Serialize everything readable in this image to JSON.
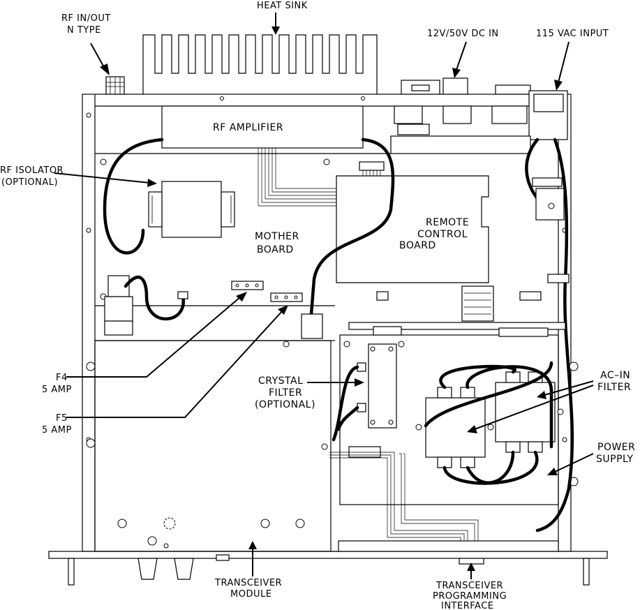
{
  "labels": {
    "heat_sink": "HEAT SINK",
    "rf_in_out_line1": "RF IN/OUT",
    "rf_in_out_line2": "N TYPE",
    "dc_in": "12V/50V DC IN",
    "vac_input": "115 VAC INPUT",
    "rf_amplifier": "RF AMPLIFIER",
    "rf_isolator_line1": "RF ISOLATOR",
    "rf_isolator_line2": "(OPTIONAL)",
    "mother_board_line1": "MOTHER",
    "mother_board_line2": "BOARD",
    "remote_control_line1": "REMOTE",
    "remote_control_line2": "CONTROL",
    "remote_control_line3": "BOARD",
    "crystal_filter_line1": "CRYSTAL",
    "crystal_filter_line2": "FILTER",
    "crystal_filter_line3": "(OPTIONAL)",
    "ac_in_filter_line1": "AC–IN",
    "ac_in_filter_line2": "FILTER",
    "power_supply_line1": "POWER",
    "power_supply_line2": "SUPPLY",
    "f4_line1": "F4",
    "f4_line2": "5 AMP",
    "f5_line1": "F5",
    "f5_line2": "5 AMP",
    "transceiver_module_line1": "TRANSCEIVER",
    "transceiver_module_line2": "MODULE",
    "programming_line1": "TRANSCEIVER",
    "programming_line2": "PROGRAMMING",
    "programming_line3": "INTERFACE"
  }
}
